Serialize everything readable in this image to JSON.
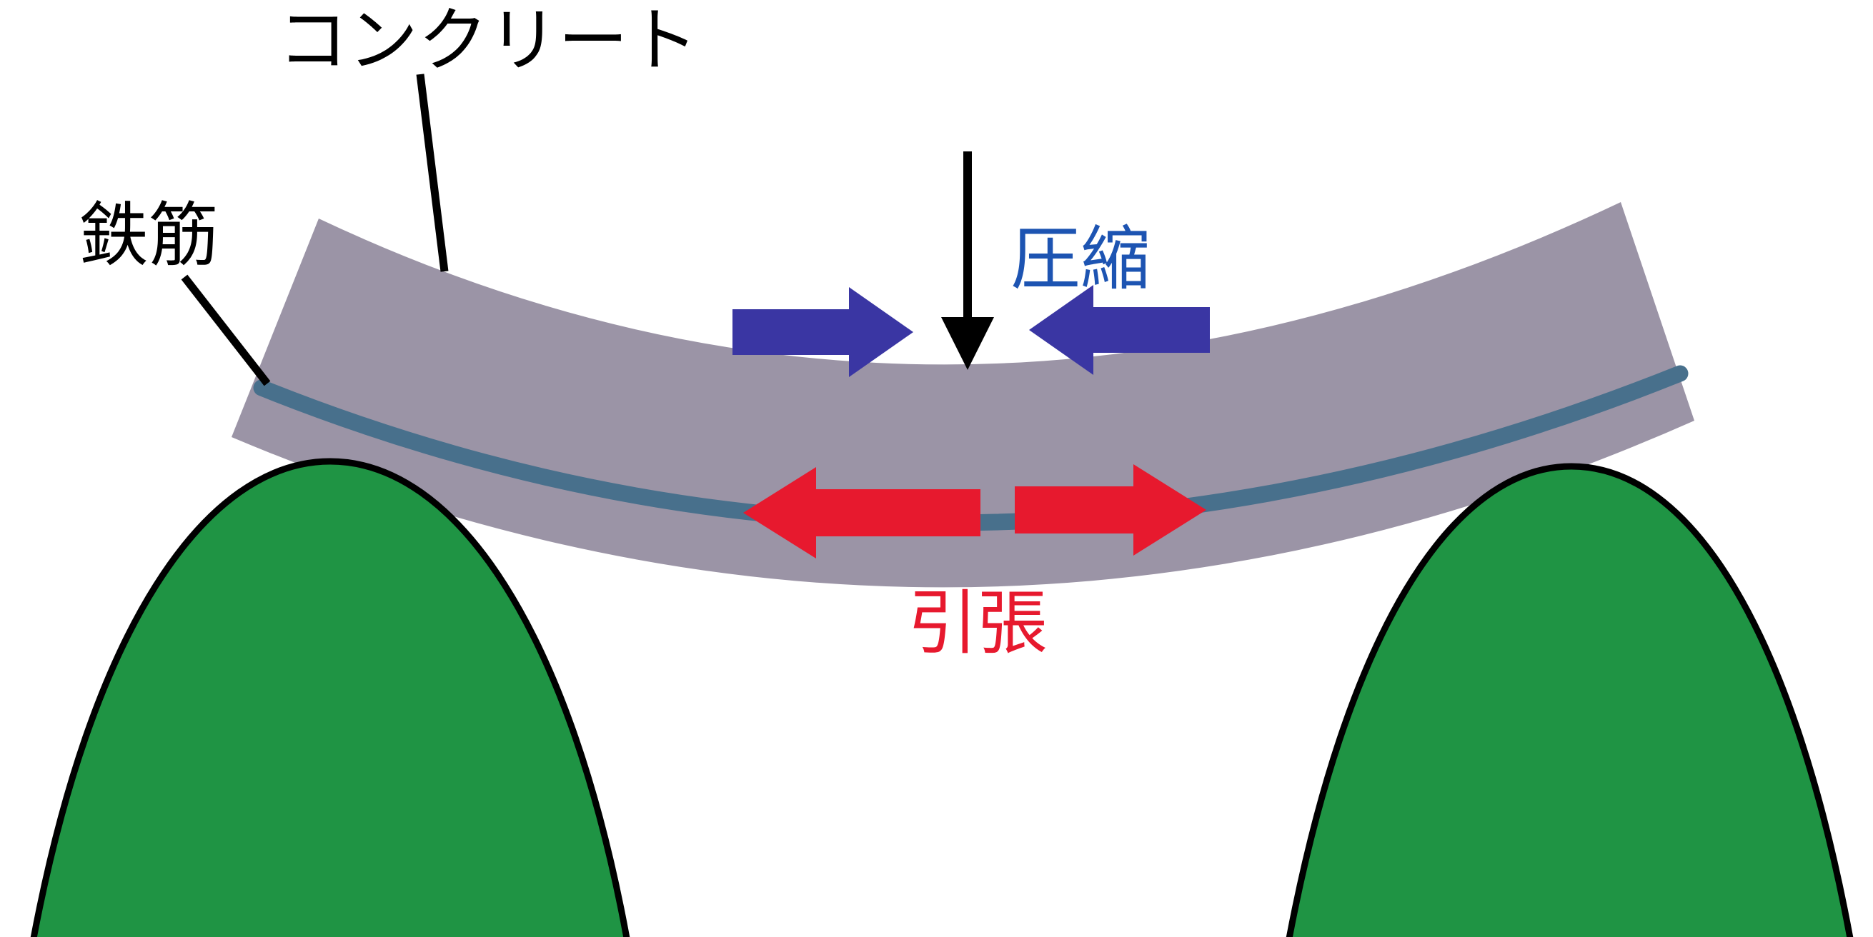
{
  "diagram": {
    "labels": {
      "concrete": "コンクリート",
      "rebar": "鉄筋",
      "compression": "圧縮",
      "tension": "引張"
    },
    "colors": {
      "background": "#ffffff",
      "concrete": "#9b94a6",
      "rebar": "#48708c",
      "compression_arrow": "#3a36a3",
      "compression_text": "#1d54b2",
      "tension": "#e7192e",
      "support": "#1f9444",
      "outline": "#000000",
      "label_text": "#000000"
    }
  }
}
